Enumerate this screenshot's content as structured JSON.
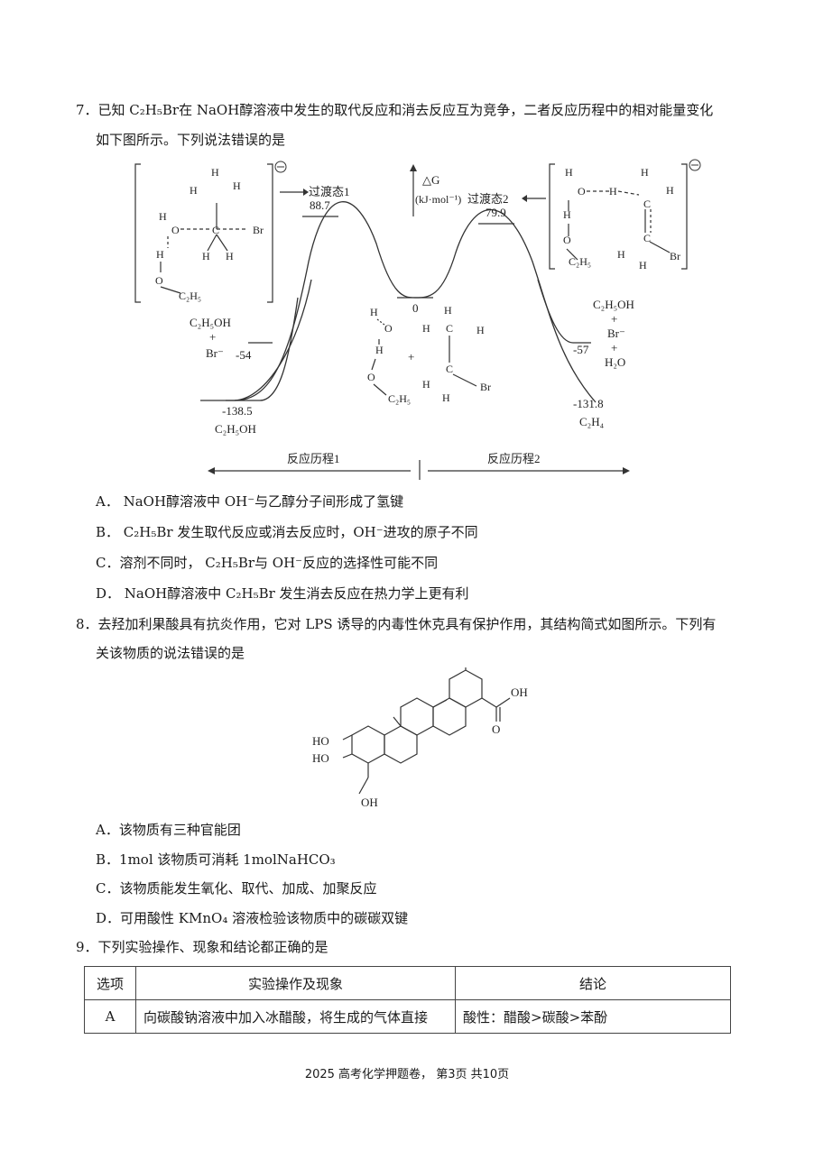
{
  "q7": {
    "line1": "7．已知 C₂H₅Br在 NaOH醇溶液中发生的取代反应和消去反应互为竞争，二者反应历程中的相对能量变化",
    "line2": "如下图所示。下列说法错误的是",
    "diagram": {
      "ts1_label": "过渡态1",
      "ts1_value": "88.7",
      "ts2_label": "过渡态2",
      "ts2_value": "79.9",
      "axis_label_1": "△G",
      "axis_label_2": "(kJ·mol⁻¹)",
      "mid_value": "0",
      "left_upper_value": "-54",
      "left_lower_value": "-138.5",
      "right_upper_value": "-57",
      "right_lower_value": "-131.8",
      "left_upper_species": [
        "C₂H₅OH",
        "+",
        "Br⁻"
      ],
      "left_lower_species": "C₂H₅OH",
      "right_upper_species": [
        "C₂H₅OH",
        "+",
        "Br⁻",
        "+",
        "H₂O"
      ],
      "right_lower_species": "C₂H₄",
      "pathway1": "反应历程1",
      "pathway2": "反应历程2"
    },
    "options": [
      "A． NaOH醇溶液中 OH⁻与乙醇分子间形成了氢键",
      "B． C₂H₅Br 发生取代反应或消去反应时，OH⁻进攻的原子不同",
      "C．溶剂不同时， C₂H₅Br与 OH⁻反应的选择性可能不同",
      "D． NaOH醇溶液中 C₂H₅Br 发生消去反应在热力学上更有利"
    ]
  },
  "q8": {
    "line1": "8．去羟加利果酸具有抗炎作用，它对 LPS 诱导的内毒性休克具有保护作用，其结构简式如图所示。下列有",
    "line2": "关该物质的说法错误的是",
    "structure_labels": {
      "oh_top": "OH",
      "o": "O",
      "ho1": "HO",
      "ho2": "HO",
      "oh_bottom": "OH"
    },
    "options": [
      "A．该物质有三种官能团",
      "B．1mol 该物质可消耗 1molNaHCO₃",
      "C．该物质能发生氧化、取代、加成、加聚反应",
      "D．可用酸性 KMnO₄ 溶液检验该物质中的碳碳双键"
    ]
  },
  "q9": {
    "line1": "9．下列实验操作、现象和结论都正确的是",
    "table": {
      "headers": [
        "选项",
        "实验操作及现象",
        "结论"
      ],
      "rows": [
        [
          "A",
          "向碳酸钠溶液中加入冰醋酸，将生成的气体直接",
          "酸性：醋酸>碳酸>苯酚"
        ]
      ]
    }
  },
  "footer": "2025 高考化学押题卷， 第3页 共10页"
}
